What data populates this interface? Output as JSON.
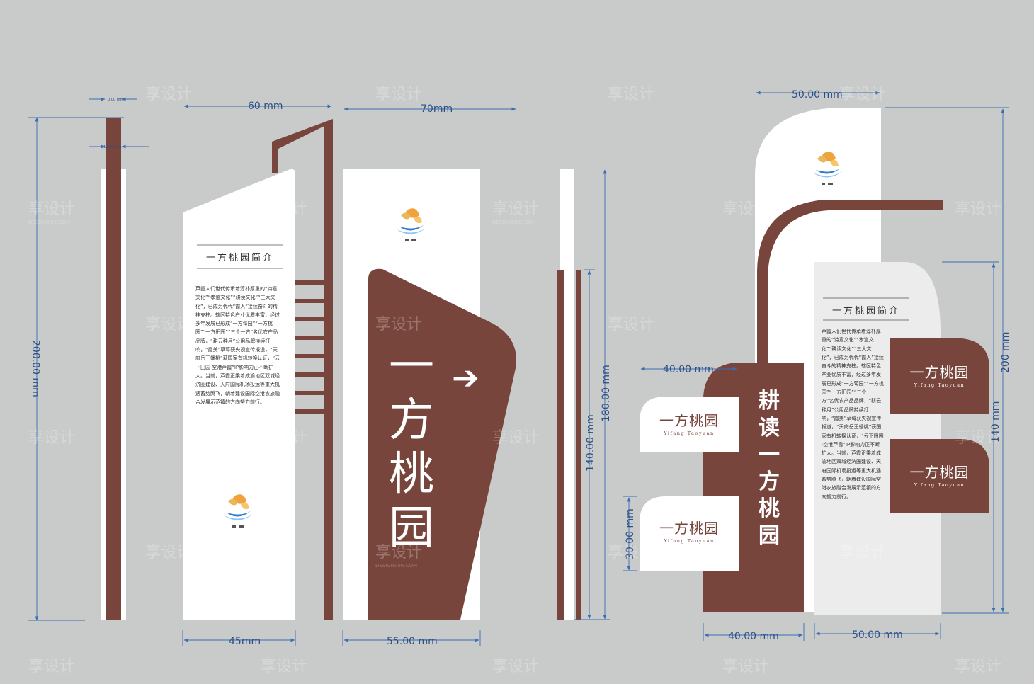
{
  "colors": {
    "background": "#c9cbcb",
    "brown": "#78453c",
    "white": "#ffffff",
    "panel_gray": "#ececec",
    "dimension": "#3b6db2"
  },
  "dimensions": {
    "d_top_small": "0.00 mm",
    "d_mid_small": "10.00 mm",
    "d_200_left": "200.00 mm",
    "d_60": "60 mm",
    "d_70": "70mm",
    "d_45": "45mm",
    "d_55": "55.00 mm",
    "d_140": "140.00 mm",
    "d_180": "180.00 mm",
    "d_50_top": "50.00 mm",
    "d_200_right": "200 mm",
    "d_140_right": "140 mm",
    "d_40_top": "40.00 mm",
    "d_30": "30.00 mm",
    "d_40_bottom": "40.00 mm",
    "d_50_bottom": "50.00 mm"
  },
  "intro": {
    "title": "一方桃园简介",
    "body": "芦霞人们世代传承着淳朴厚重的“诗意文化”“孝道文化”“耕读文化”“三大文化”，已成为代代“霞人”接续奋斗的精神支柱。辖区特色产业优质丰富，经过多年发展已形成“一方莓园”“一方桃园”“一方田园”“三个一方”名优农产品品牌，“耕云种月”公用品牌持续打响，“霞美”草莓获央视宣传报道，“天府岳王蟠桃”获国家有机转换认证，“云下田园·空港芦霞”IP影响力正不断扩大。当前，芦霞正乘着成渝地区双城经济圈建设、天府国际机场投运等重大机遇蓄势腾飞，朝着建设国际空港农旅融合发展示范镇的方向努力前行。"
  },
  "main_sign": {
    "chars": [
      "一",
      "方",
      "桃",
      "园"
    ],
    "arrow": "➔"
  },
  "vertical_slogan": [
    "耕",
    "读",
    "一",
    "方",
    "桃",
    "园"
  ],
  "plaques": {
    "name": "一方桃园",
    "pinyin": "Yifang Taoyuan"
  },
  "watermark": {
    "text": "享设计",
    "sub": "DESIGN006.COM"
  }
}
